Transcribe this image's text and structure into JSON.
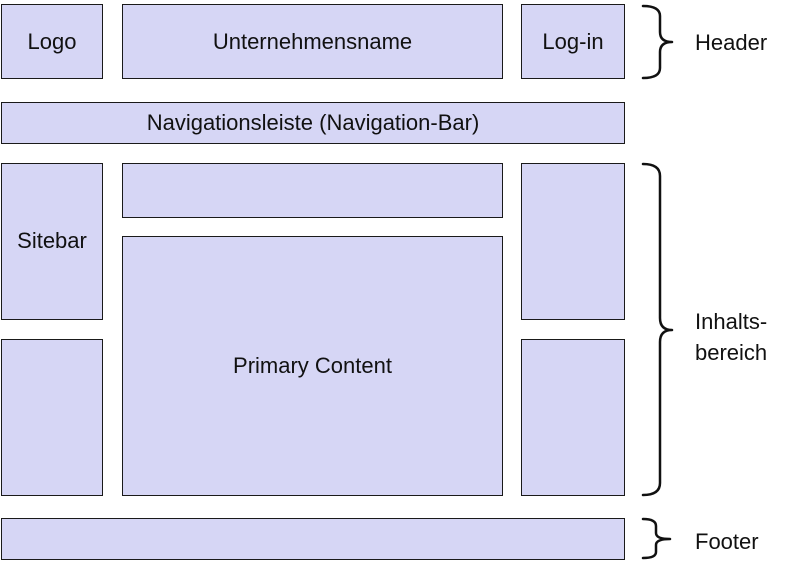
{
  "header": {
    "logo": "Logo",
    "company_name": "Unternehmensname",
    "login": "Log-in"
  },
  "nav_bar": "Navigationsleiste (Navigation-Bar)",
  "content": {
    "sidebar": "Sitebar",
    "primary": "Primary Content"
  },
  "labels": {
    "header": "Header",
    "content_line1": "Inhalts-",
    "content_line2": "bereich",
    "footer": "Footer"
  },
  "colors": {
    "box_fill": "#d6d6f5",
    "border": "#1a1a1a"
  }
}
